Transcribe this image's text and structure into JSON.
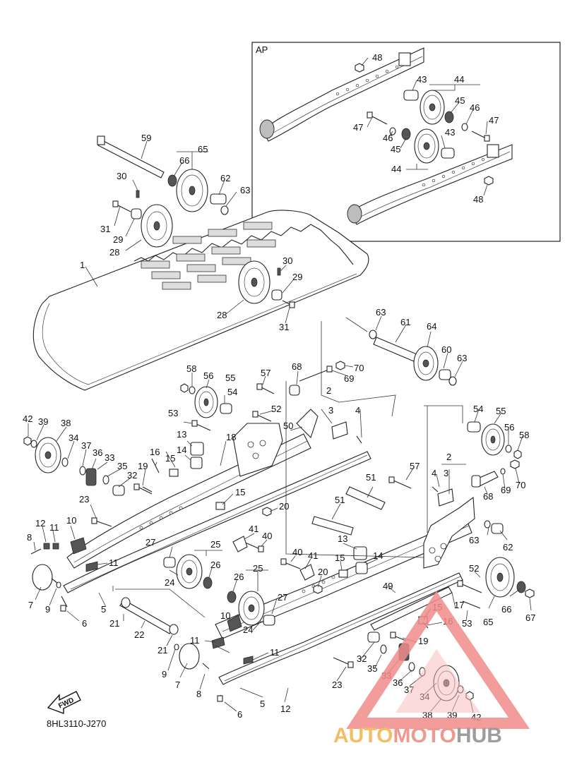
{
  "diagram": {
    "inset_label": "AP",
    "diagram_code": "8HL3110-J270",
    "fwd_label": "FWD",
    "watermark": {
      "part1": "AUTO",
      "part2": "MOTO",
      "part3": "HUB"
    },
    "part_numbers": [
      "1",
      "2",
      "2",
      "3",
      "3",
      "4",
      "4",
      "5",
      "5",
      "6",
      "6",
      "7",
      "7",
      "8",
      "8",
      "9",
      "9",
      "10",
      "10",
      "11",
      "11",
      "11",
      "11",
      "12",
      "12",
      "13",
      "13",
      "14",
      "14",
      "15",
      "15",
      "15",
      "15",
      "16",
      "16",
      "17",
      "18",
      "19",
      "19",
      "20",
      "20",
      "21",
      "21",
      "22",
      "23",
      "23",
      "24",
      "24",
      "25",
      "25",
      "26",
      "26",
      "27",
      "27",
      "28",
      "28",
      "29",
      "29",
      "30",
      "30",
      "31",
      "31",
      "32",
      "32",
      "33",
      "33",
      "34",
      "34",
      "35",
      "35",
      "36",
      "36",
      "37",
      "37",
      "38",
      "38",
      "39",
      "39",
      "40",
      "40",
      "41",
      "41",
      "42",
      "42",
      "43",
      "43",
      "44",
      "44",
      "45",
      "45",
      "46",
      "46",
      "47",
      "47",
      "48",
      "48",
      "49",
      "50",
      "51",
      "51",
      "52",
      "52",
      "53",
      "53",
      "54",
      "54",
      "55",
      "55",
      "56",
      "56",
      "57",
      "57",
      "58",
      "58",
      "59",
      "60",
      "61",
      "62",
      "62",
      "63",
      "63",
      "63",
      "63",
      "64",
      "65",
      "65",
      "66",
      "66",
      "67",
      "68",
      "68",
      "69",
      "69",
      "70",
      "70"
    ]
  }
}
